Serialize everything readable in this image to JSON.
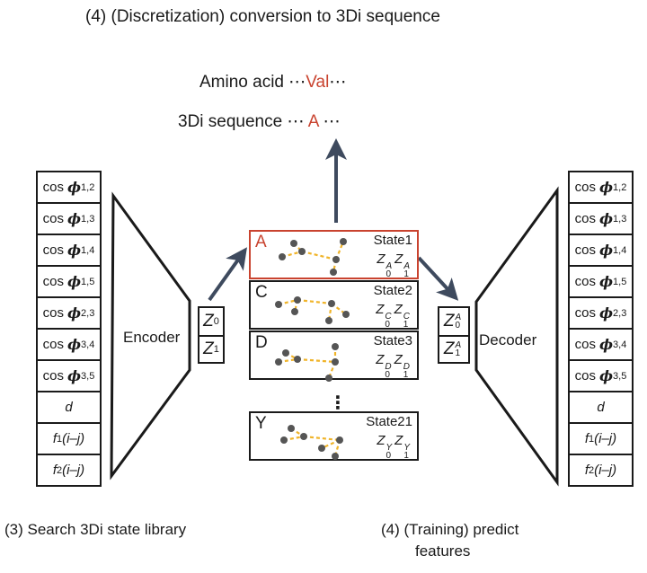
{
  "title": "(4) (Discretization) conversion to 3Di sequence",
  "sequence": {
    "amino_label": "Amino acid ⋯",
    "amino_value": "Val",
    "amino_tail": "⋯",
    "threedi_label": "3Di sequence ⋯ ",
    "threedi_value": "A",
    "threedi_tail": " ⋯"
  },
  "features": [
    {
      "fn": "cos",
      "sub": "1,2"
    },
    {
      "fn": "cos",
      "sub": "1,3"
    },
    {
      "fn": "cos",
      "sub": "1,4"
    },
    {
      "fn": "cos",
      "sub": "1,5"
    },
    {
      "fn": "cos",
      "sub": "2,3"
    },
    {
      "fn": "cos",
      "sub": "3,4"
    },
    {
      "fn": "cos",
      "sub": "3,5"
    },
    {
      "var": "d"
    },
    {
      "f": "f",
      "fsub": "1",
      "arg": "(i–j)"
    },
    {
      "f": "f",
      "fsub": "2",
      "arg": "(i–j)"
    }
  ],
  "phi_symbol": "ϕ",
  "encoder_label": "Encoder",
  "decoder_label": "Decoder",
  "encoder_z": [
    {
      "base": "Z",
      "sub": "0"
    },
    {
      "base": "Z",
      "sub": "1"
    }
  ],
  "decoder_z": [
    {
      "base": "Z",
      "sub": "0",
      "sup": "A"
    },
    {
      "base": "Z",
      "sub": "1",
      "sup": "A"
    }
  ],
  "states": [
    {
      "letter": "A",
      "name": "State1",
      "selected": true
    },
    {
      "letter": "C",
      "name": "State2",
      "selected": false
    },
    {
      "letter": "D",
      "name": "State3",
      "selected": false
    },
    {
      "letter": "Y",
      "name": "State21",
      "selected": false
    }
  ],
  "ellipsis": "⋮",
  "step3_label": "(3) Search 3Di state library",
  "step4_label_line1": "(4) (Training) predict",
  "step4_label_line2": "features",
  "colors": {
    "highlight": "#c9432f",
    "arrow": "#3e4a5e",
    "bond": "#f0b429",
    "atom": "#555555"
  }
}
